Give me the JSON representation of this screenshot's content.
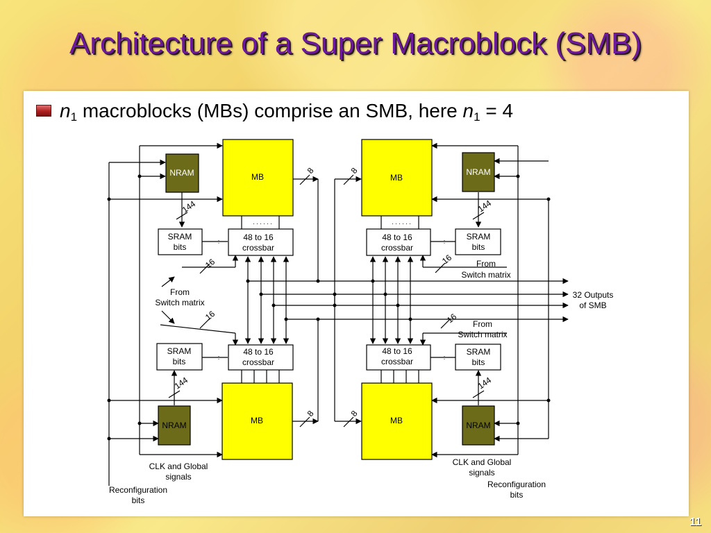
{
  "slide": {
    "title": "Architecture of a Super Macroblock (SMB)",
    "bullet": {
      "var": "n",
      "sub": "1",
      "text_mid": " macroblocks (MBs) comprise an SMB, here ",
      "var2": "n",
      "sub2": "1",
      "text_end": " = 4"
    },
    "page_number": "11"
  },
  "diagram": {
    "mb_label": "MB",
    "nram_label": "NRAM",
    "sram_line1": "SRAM",
    "sram_line2": "bits",
    "crossbar_line1": "48 to 16",
    "crossbar_line2": "crossbar",
    "bus_8": "8",
    "bus_144": "144",
    "bus_16": "16",
    "dots_h": ". . . . . .",
    "dots_v": ":",
    "from_line1": "From",
    "from_line2": "Switch matrix",
    "outputs_line1": "32 Outputs",
    "outputs_line2": "of SMB",
    "clk_line1": "CLK and Global",
    "clk_line2": "signals",
    "reconf_line1": "Reconfiguration",
    "reconf_line2": "bits",
    "colors": {
      "mb": "#ffff00",
      "nram": "#6b6b1a",
      "line": "#000000"
    }
  }
}
